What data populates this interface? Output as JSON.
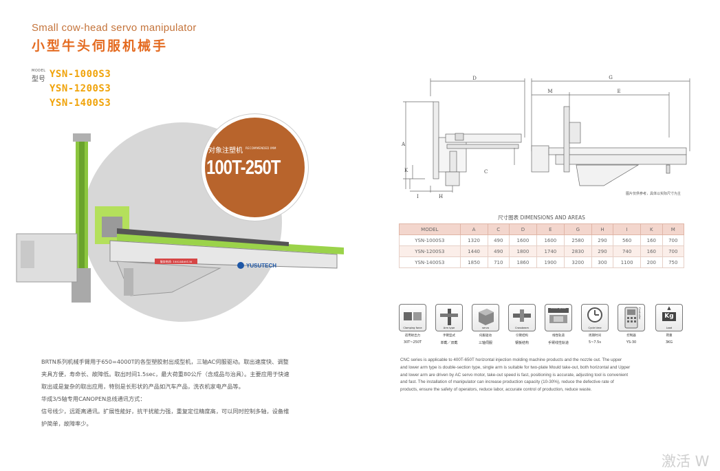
{
  "header": {
    "title_en": "Small cow-head servo manipulator",
    "title_cn": "小型牛头伺服机械手"
  },
  "models": {
    "label_en": "MODEL",
    "label_cn": "型号",
    "items": [
      "YSN-1000S3",
      "YSN-1200S3",
      "YSN-1400S3"
    ]
  },
  "badge": {
    "label_cn": "对象注塑机",
    "label_en": "RECOMMENDED IMM",
    "range": "100T-250T"
  },
  "product_image": {
    "brand": "YUSUTECH",
    "sticker": "服务热线: 18824468136"
  },
  "description_cn": [
    "BRTN系列机械手臂用于650=4000T的各型塑胶射出成型机，三轴AC伺服驱动。取出速度快、调整",
    "夹具方便，寿命长、故障低。取出时间1.5sec，最大荷重80公斤（含成品与治具）。主要应用于快速",
    "取出或是复杂的取出应用，特别是长形状的产品如汽车产品，洗衣机家电产品等。",
    "华成3/5轴专用CANOPEN总线通讯方式：",
    "信号线少，远距离通讯。扩展性能好，抗干扰能力强，重复定位精度高，可以同时控制多轴，设备维",
    "护简单，故障率少。"
  ],
  "diagram": {
    "labels_front": {
      "d": "D",
      "a": "A",
      "c": "C",
      "k": "K",
      "i": "I",
      "h": "H"
    },
    "labels_side": {
      "g": "G",
      "m": "M",
      "e": "E"
    },
    "note": "图片仅供参考，具体以实际尺寸为主"
  },
  "dimensions": {
    "title": "尺寸图表 DIMENSIONS AND AREAS",
    "headers": [
      "MODEL",
      "A",
      "C",
      "D",
      "E",
      "G",
      "H",
      "I",
      "K",
      "M"
    ],
    "rows": [
      [
        "YSN-1000S3",
        "1320",
        "490",
        "1600",
        "1600",
        "2580",
        "290",
        "560",
        "160",
        "700"
      ],
      [
        "YSN-1200S3",
        "1440",
        "490",
        "1800",
        "1740",
        "2830",
        "290",
        "740",
        "160",
        "700"
      ],
      [
        "YSN-1400S3",
        "1850",
        "710",
        "1860",
        "1900",
        "3200",
        "300",
        "1100",
        "200",
        "750"
      ]
    ]
  },
  "features": [
    {
      "icon": "clamping-force-icon",
      "caption": "Clamping force",
      "label": "适用射出力",
      "value": "30T~250T"
    },
    {
      "icon": "arm-type-icon",
      "caption": "Arm type",
      "label": "手臂型式",
      "value": "单截／双截"
    },
    {
      "icon": "servo-icon",
      "caption": "servo",
      "label": "伺服驱动",
      "value": "三轴伺服"
    },
    {
      "icon": "crossbeam-icon",
      "caption": "Crossbeam",
      "label": "引臂结构",
      "value": "钢板结构"
    },
    {
      "icon": "linear-guide-icon",
      "caption": "Linear guide",
      "label": "线性轨道",
      "value": "手臂线性轨道"
    },
    {
      "icon": "cycle-time-icon",
      "caption": "Cycle time",
      "label": "周期时间",
      "value": "5~7.5s"
    },
    {
      "icon": "controller-icon",
      "caption": "Controller",
      "label": "控制器",
      "value": "YS-30"
    },
    {
      "icon": "load-icon",
      "caption": "Load",
      "label": "荷重",
      "value": "3KG",
      "glyph": "Kg"
    }
  ],
  "description_en": [
    "CNC series is applicable to 400T-650T horizontal injection molding machine products and the nozzle out. The upper",
    "and lower arm type is double-section type, single arm is suitable for two-plate Mould take-out, both horizontal and Upper",
    "and lower arm are driven by AC servo motor, take-out speed is fast, positioning is accurate, adjusting tool is convenient",
    "and fast. The installation of manipulator can increase production capacity (10-30%), reduce the defective rate of",
    "products, ensure the safety of operators, reduce labor, accurate control of production, reduce waste."
  ],
  "watermark": "激活 W",
  "colors": {
    "accent": "#e46a1f",
    "model": "#f0a30a",
    "badge": "#b8642c",
    "machine_green": "#9bd34a"
  }
}
